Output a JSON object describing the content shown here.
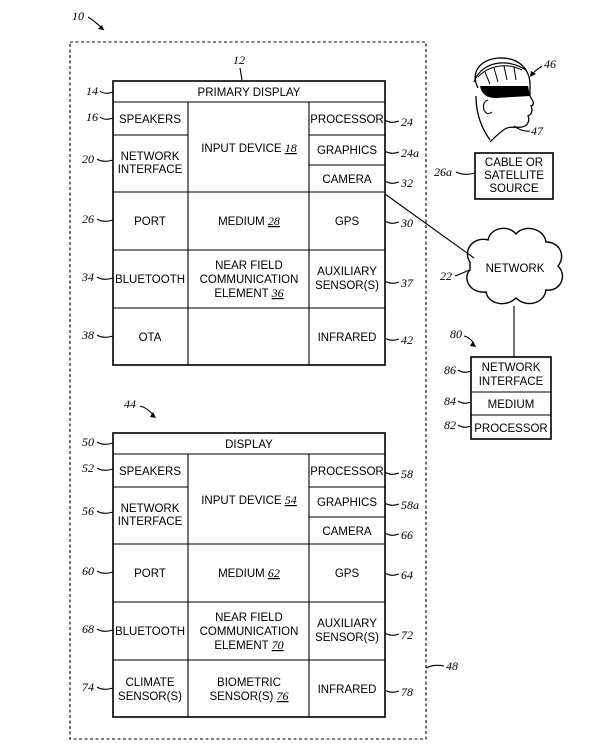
{
  "figure_ref": "10",
  "outer_ref": "48",
  "device1": {
    "ref": "12",
    "display": {
      "label": "PRIMARY DISPLAY",
      "ref": "14"
    },
    "speakers": {
      "label": "SPEAKERS",
      "ref": "16"
    },
    "network_interface": {
      "line1": "NETWORK",
      "line2": "INTERFACE",
      "ref": "20"
    },
    "input_device": {
      "label": "INPUT DEVICE",
      "num": "18"
    },
    "processor": {
      "label": "PROCESSOR",
      "ref": "24"
    },
    "graphics": {
      "label": "GRAPHICS",
      "ref": "24a"
    },
    "camera": {
      "label": "CAMERA",
      "ref": "32"
    },
    "port": {
      "label": "PORT",
      "ref": "26"
    },
    "medium": {
      "label": "MEDIUM",
      "num": "28"
    },
    "gps": {
      "label": "GPS",
      "ref": "30"
    },
    "bluetooth": {
      "label": "BLUETOOTH",
      "ref": "34"
    },
    "nfc": {
      "line1": "NEAR FIELD",
      "line2": "COMMUNICATION",
      "line3": "ELEMENT",
      "num": "36"
    },
    "aux_sensor": {
      "line1": "AUXILIARY",
      "line2": "SENSOR(S)",
      "ref": "37"
    },
    "ota": {
      "label": "OTA",
      "ref": "38"
    },
    "infrared": {
      "label": "INFRARED",
      "ref": "42"
    }
  },
  "device2": {
    "ref": "44",
    "display": {
      "label": "DISPLAY",
      "ref": "50"
    },
    "speakers": {
      "label": "SPEAKERS",
      "ref": "52"
    },
    "network_interface": {
      "line1": "NETWORK",
      "line2": "INTERFACE",
      "ref": "56"
    },
    "input_device": {
      "label": "INPUT DEVICE",
      "num": "54"
    },
    "processor": {
      "label": "PROCESSOR",
      "ref": "58"
    },
    "graphics": {
      "label": "GRAPHICS",
      "ref": "58a"
    },
    "camera": {
      "label": "CAMERA",
      "ref": "66"
    },
    "port": {
      "label": "PORT",
      "ref": "60"
    },
    "medium": {
      "label": "MEDIUM",
      "num": "62"
    },
    "gps": {
      "label": "GPS",
      "ref": "64"
    },
    "bluetooth": {
      "label": "BLUETOOTH",
      "ref": "68"
    },
    "nfc": {
      "line1": "NEAR FIELD",
      "line2": "COMMUNICATION",
      "line3": "ELEMENT",
      "num": "70"
    },
    "aux_sensor": {
      "line1": "AUXILIARY",
      "line2": "SENSOR(S)",
      "ref": "72"
    },
    "climate": {
      "line1": "CLIMATE",
      "line2": "SENSOR(S)",
      "ref": "74"
    },
    "biometric": {
      "line1": "BIOMETRIC",
      "line2": "SENSOR(S)",
      "num": "76"
    },
    "infrared": {
      "label": "INFRARED",
      "ref": "78"
    }
  },
  "headset": {
    "ref": "46",
    "user_ref": "47"
  },
  "source": {
    "line1": "CABLE OR",
    "line2": "SATELLITE",
    "line3": "SOURCE",
    "ref": "26a"
  },
  "network": {
    "label": "NETWORK",
    "ref": "22"
  },
  "server": {
    "ref": "80",
    "network_interface": {
      "line1": "NETWORK",
      "line2": "INTERFACE",
      "ref": "86"
    },
    "medium": {
      "label": "MEDIUM",
      "ref": "84"
    },
    "processor": {
      "label": "PROCESSOR",
      "ref": "82"
    }
  }
}
